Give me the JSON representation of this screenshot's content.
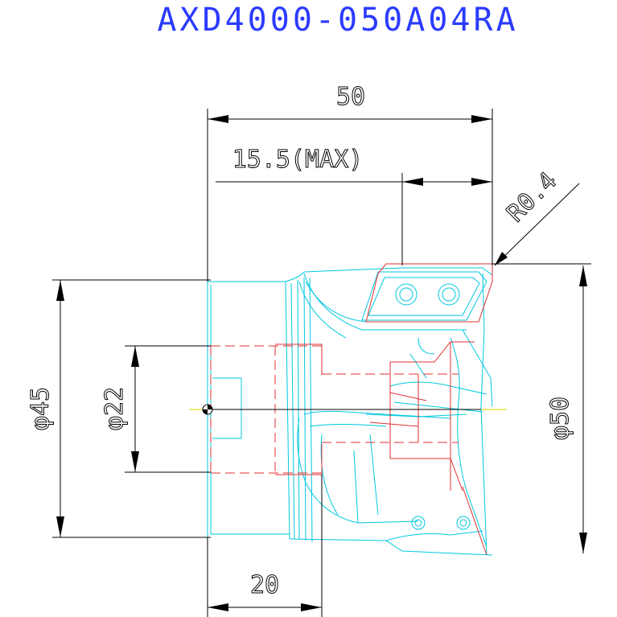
{
  "drawing": {
    "title": "AXD4000-050A04RA",
    "dimensions": {
      "overall_length": "50",
      "max_depth": "15.5(MAX)",
      "corner_radius": "R0.4",
      "left_outer_dia": "φ45",
      "bore_dia": "φ22",
      "cutting_dia": "φ50",
      "bottom_length": "20"
    },
    "colors": {
      "title": "#2b3bff",
      "dimension": "#000000",
      "body": "#00c8e0",
      "hidden": "#e03030",
      "center": "#e0d000"
    }
  }
}
